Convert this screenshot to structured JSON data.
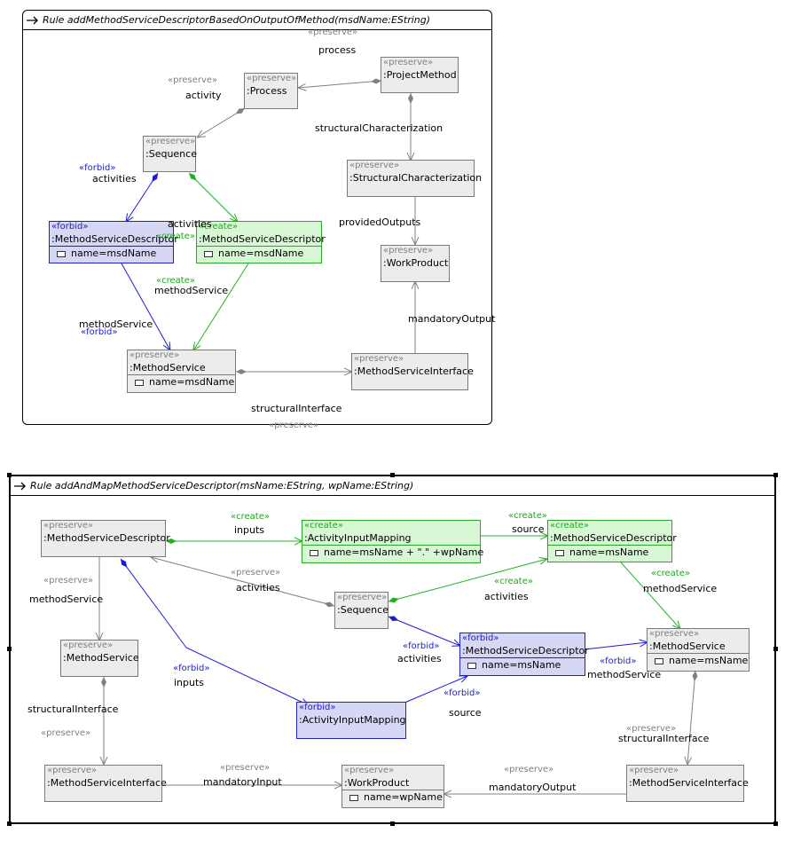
{
  "rule1": {
    "title": "Rule addMethodServiceDescriptorBasedOnOutputOfMethod(msdName:EString)",
    "nodes": {
      "project_method": {
        "stereotype": "«preserve»",
        "name": ":ProjectMethod"
      },
      "process": {
        "stereotype": "«preserve»",
        "name": ":Process"
      },
      "sequence": {
        "stereotype": "«preserve»",
        "name": ":Sequence"
      },
      "structural_characterization": {
        "stereotype": "«preserve»",
        "name": ":StructuralCharacterization"
      },
      "msd_forbid": {
        "stereotype": "«forbid»",
        "name": ":MethodServiceDescriptor",
        "attr": "name=msdName"
      },
      "msd_create": {
        "stereotype": "«create»",
        "name": ":MethodServiceDescriptor",
        "attr": "name=msdName"
      },
      "work_product": {
        "stereotype": "«preserve»",
        "name": ":WorkProduct"
      },
      "method_service": {
        "stereotype": "«preserve»",
        "name": ":MethodService",
        "attr": "name=msdName"
      },
      "method_service_interface": {
        "stereotype": "«preserve»",
        "name": ":MethodServiceInterface"
      }
    },
    "labels": {
      "process_stereo": "«preserve»",
      "process": "process",
      "activity_stereo": "«preserve»",
      "activity": "activity",
      "structural_characterization": "structuralCharacterization",
      "activities_forbid_stereo": "«forbid»",
      "activities_forbid": "activities",
      "activities_create": "activities",
      "activities_create_stereo": "«create»",
      "provided_outputs": "providedOutputs",
      "method_service_create_stereo": "«create»",
      "method_service_create": "methodService",
      "method_service_forbid": "methodService",
      "method_service_forbid_stereo": "«forbid»",
      "mandatory_output": "mandatoryOutput",
      "structural_interface": "structuralInterface",
      "structural_interface_stereo": "«preserve»"
    }
  },
  "rule2": {
    "title": "Rule addAndMapMethodServiceDescriptor(msName:EString, wpName:EString)",
    "nodes": {
      "msd_preserve": {
        "stereotype": "«preserve»",
        "name": ":MethodServiceDescriptor"
      },
      "activity_input_mapping_create": {
        "stereotype": "«create»",
        "name": ":ActivityInputMapping",
        "attr": "name=msName + \".\" +wpName"
      },
      "msd_create": {
        "stereotype": "«create»",
        "name": ":MethodServiceDescriptor",
        "attr": "name=msName"
      },
      "sequence": {
        "stereotype": "«preserve»",
        "name": ":Sequence"
      },
      "method_service_left": {
        "stereotype": "«preserve»",
        "name": ":MethodService"
      },
      "msd_forbid": {
        "stereotype": "«forbid»",
        "name": ":MethodServiceDescriptor",
        "attr": "name=msName"
      },
      "method_service_right": {
        "stereotype": "«preserve»",
        "name": ":MethodService",
        "attr": "name=msName"
      },
      "activity_input_mapping_forbid": {
        "stereotype": "«forbid»",
        "name": ":ActivityInputMapping"
      },
      "msi_left": {
        "stereotype": "«preserve»",
        "name": ":MethodServiceInterface"
      },
      "work_product": {
        "stereotype": "«preserve»",
        "name": ":WorkProduct",
        "attr": "name=wpName"
      },
      "msi_right": {
        "stereotype": "«preserve»",
        "name": ":MethodServiceInterface"
      }
    },
    "labels": {
      "inputs_create_stereo": "«create»",
      "inputs_create": "inputs",
      "source_create_stereo": "«create»",
      "source_create": "source",
      "activities_preserve_stereo": "«preserve»",
      "activities_preserve": "activities",
      "method_service_left_stereo": "«preserve»",
      "method_service_left": "methodService",
      "activities_create_stereo": "«create»",
      "activities_create": "activities",
      "method_service_create_stereo": "«create»",
      "method_service_create": "methodService",
      "activities_forbid_stereo": "«forbid»",
      "activities_forbid": "activities",
      "method_service_forbid_stereo": "«forbid»",
      "method_service_forbid": "methodService",
      "inputs_forbid_stereo": "«forbid»",
      "inputs_forbid": "inputs",
      "source_forbid_stereo": "«forbid»",
      "source_forbid": "source",
      "structural_interface_left": "structuralInterface",
      "structural_interface_left_stereo": "«preserve»",
      "structural_interface_right_stereo": "«preserve»",
      "structural_interface_right": "structuralInterface",
      "mandatory_input_stereo": "«preserve»",
      "mandatory_input": "mandatoryInput",
      "mandatory_output_stereo": "«preserve»",
      "mandatory_output": "mandatoryOutput"
    }
  },
  "colors": {
    "preserve": "#808080",
    "create": "#1ca81c",
    "forbid": "#1c1cc8"
  }
}
